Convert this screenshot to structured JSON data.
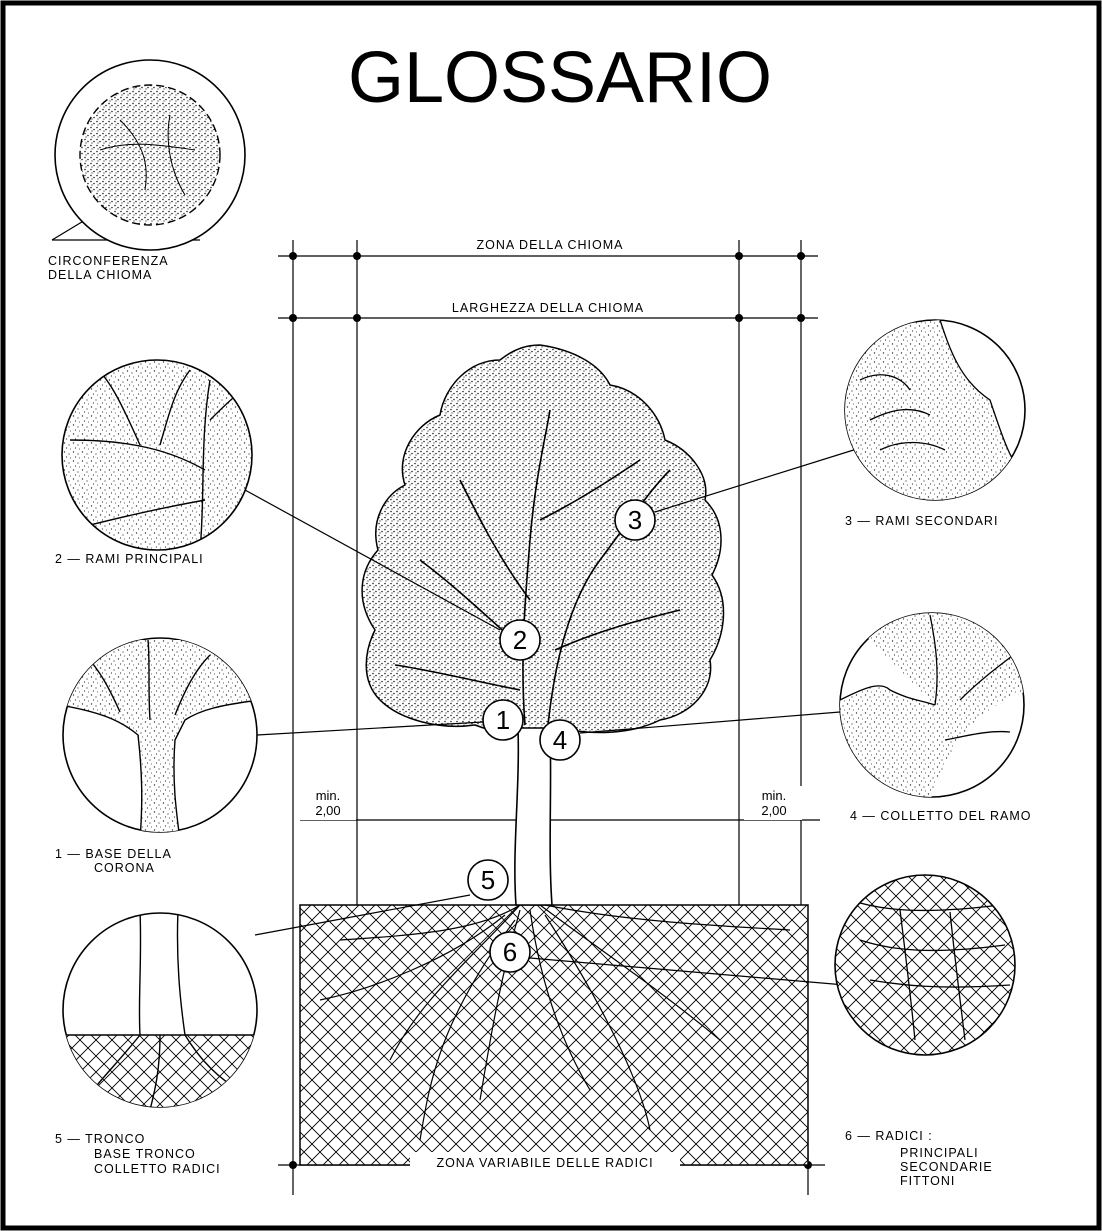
{
  "title": "GLOSSARIO",
  "dimensions": {
    "zona_chioma": "ZONA DELLA CHIOMA",
    "larghezza_chioma": "LARGHEZZA DELLA CHIOMA",
    "zona_radici": "ZONA VARIABILE DELLE RADICI",
    "min_left": [
      "min.",
      "2,00"
    ],
    "min_right": [
      "min.",
      "2,00"
    ]
  },
  "detail_labels": {
    "circonferenza": [
      "CIRCONFERENZA",
      "DELLA CHIOMA"
    ],
    "rami_principali": "2 — RAMI PRINCIPALI",
    "base_corona": [
      "1 — BASE DELLA",
      "CORONA"
    ],
    "tronco": [
      "5 — TRONCO",
      "BASE TRONCO",
      "COLLETTO RADICI"
    ],
    "rami_secondari": "3 — RAMI SECONDARI",
    "colletto_ramo": "4 — COLLETTO DEL RAMO",
    "radici": [
      "6 — RADICI :",
      "PRINCIPALI",
      "SECONDARIE",
      "FITTONI"
    ]
  },
  "markers": [
    "1",
    "2",
    "3",
    "4",
    "5",
    "6"
  ]
}
